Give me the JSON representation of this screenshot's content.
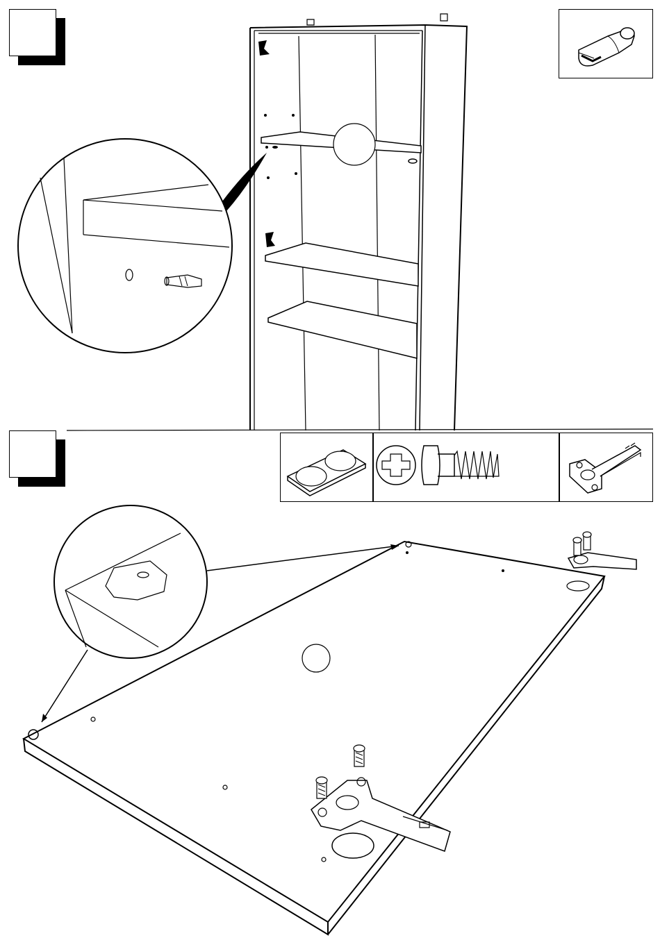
{
  "document": {
    "steps": [
      {
        "badge": "step-badge-1",
        "label": ""
      },
      {
        "badge": "step-badge-2",
        "label": ""
      }
    ],
    "parts_step1": [
      "shelf-support-pin"
    ],
    "parts_step2": [
      "cam-lock-disc",
      "screw",
      "hinge"
    ],
    "colors": {
      "line": "#000000",
      "background": "#ffffff"
    }
  }
}
